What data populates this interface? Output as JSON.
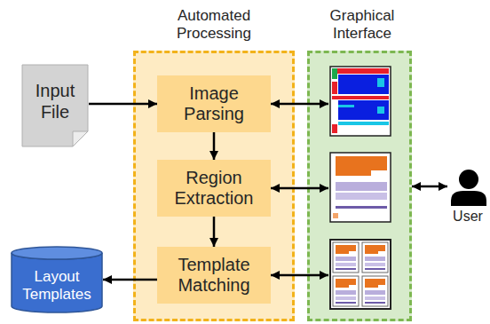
{
  "diagram": {
    "nodes": [
      {
        "text": [
          "Input File"
        ]
      },
      {
        "text": [
          "Automated Processing"
        ]
      },
      {
        "text": [
          "Image Parsing"
        ],
        "in": 1
      },
      {
        "text": [
          "Region Extraction"
        ],
        "in": 1
      },
      {
        "text": [
          "Template Matching"
        ],
        "in": 1
      },
      {
        "text": [
          "Graphical Interface"
        ]
      },
      {
        "text": [
          "User"
        ]
      },
      {
        "text": [
          "Layout Templates"
        ]
      }
    ],
    "edges": [
      {
        "from": 0,
        "to": 2,
        "arrow": "to"
      },
      {
        "from": 2,
        "to": 3,
        "arrow": "to"
      },
      {
        "from": 3,
        "to": 4,
        "arrow": "to"
      },
      {
        "from": 4,
        "to": 7,
        "arrow": "to"
      },
      {
        "from": 5,
        "to": 6,
        "arrow": "both"
      }
    ]
  }
}
